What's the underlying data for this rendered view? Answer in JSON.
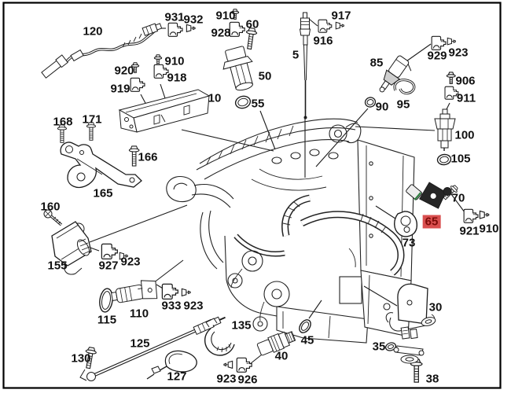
{
  "diagram": {
    "type": "engine-parts-diagram",
    "selected_part": "65"
  },
  "colors": {
    "highlight_bg": "#d94f4f",
    "highlight_text": "#7c0b08",
    "line": "#1c1c1c",
    "background": "#ffffff"
  },
  "labels": [
    {
      "part": "120"
    },
    {
      "part": "931"
    },
    {
      "part": "932"
    },
    {
      "part": "910"
    },
    {
      "part": "60"
    },
    {
      "part": "928"
    },
    {
      "part": "917"
    },
    {
      "part": "916"
    },
    {
      "part": "5"
    },
    {
      "part": "85"
    },
    {
      "part": "929"
    },
    {
      "part": "923"
    },
    {
      "part": "920"
    },
    {
      "part": "910"
    },
    {
      "part": "919"
    },
    {
      "part": "918"
    },
    {
      "part": "10"
    },
    {
      "part": "50"
    },
    {
      "part": "55"
    },
    {
      "part": "90"
    },
    {
      "part": "95"
    },
    {
      "part": "906"
    },
    {
      "part": "911"
    },
    {
      "part": "100"
    },
    {
      "part": "105"
    },
    {
      "part": "168"
    },
    {
      "part": "171"
    },
    {
      "part": "166"
    },
    {
      "part": "165"
    },
    {
      "part": "160"
    },
    {
      "part": "155"
    },
    {
      "part": "927"
    },
    {
      "part": "923"
    },
    {
      "part": "70"
    },
    {
      "part": "65",
      "highlighted": true
    },
    {
      "part": "73"
    },
    {
      "part": "921"
    },
    {
      "part": "910"
    },
    {
      "part": "115"
    },
    {
      "part": "110"
    },
    {
      "part": "933"
    },
    {
      "part": "923"
    },
    {
      "part": "125"
    },
    {
      "part": "130"
    },
    {
      "part": "127"
    },
    {
      "part": "135"
    },
    {
      "part": "40"
    },
    {
      "part": "45"
    },
    {
      "part": "923"
    },
    {
      "part": "926"
    },
    {
      "part": "30"
    },
    {
      "part": "35"
    },
    {
      "part": "38"
    }
  ]
}
